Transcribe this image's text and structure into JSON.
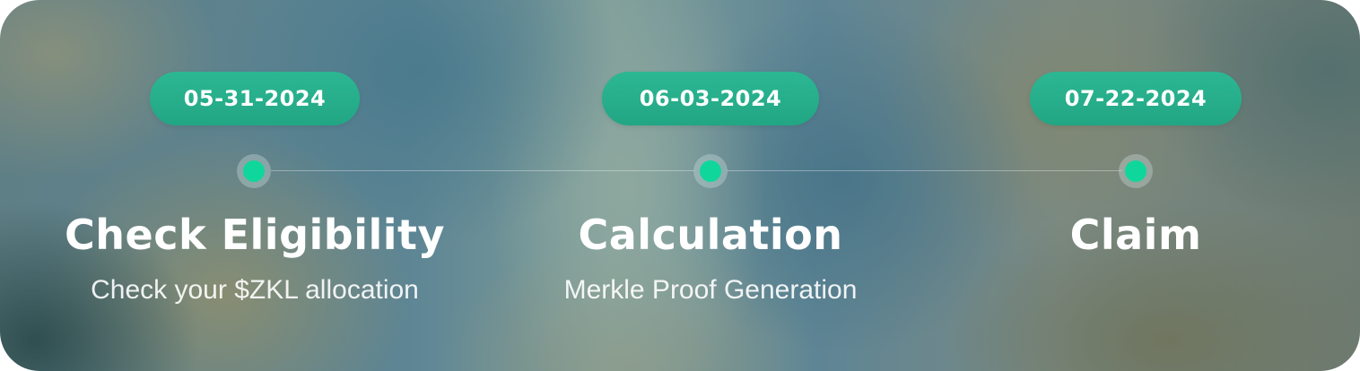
{
  "timeline": {
    "steps": [
      {
        "date": "05-31-2024",
        "title": "Check Eligibility",
        "subtitle": "Check your $ZKL allocation"
      },
      {
        "date": "06-03-2024",
        "title": "Calculation",
        "subtitle": "Merkle Proof Generation"
      },
      {
        "date": "07-22-2024",
        "title": "Claim",
        "subtitle": ""
      }
    ]
  },
  "colors": {
    "pill": "#22a684",
    "dot": "#0fd79b",
    "text": "#ffffff"
  }
}
